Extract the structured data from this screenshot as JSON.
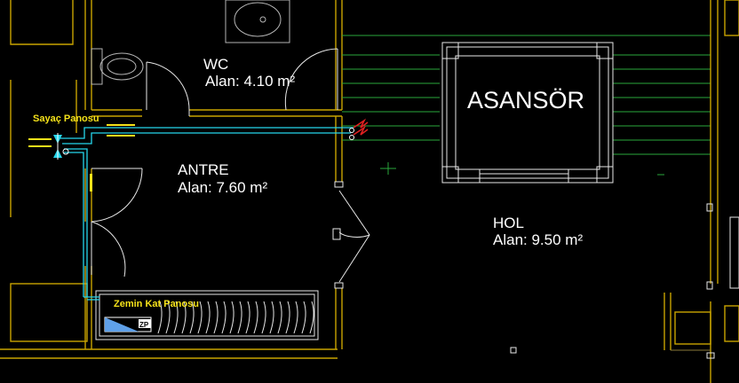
{
  "rooms": {
    "wc": {
      "name": "WC",
      "area": "Alan: 4.10 m²"
    },
    "antre": {
      "name": "ANTRE",
      "area": "Alan: 7.60 m²"
    },
    "hol": {
      "name": "HOL",
      "area": "Alan: 9.50 m²"
    },
    "asansor": {
      "name": "ASANSÖR"
    }
  },
  "panels": {
    "sayac": {
      "label": "Sayaç Panosu"
    },
    "zemin": {
      "label": "Zemin Kat Panosu",
      "symbol": "ZP"
    }
  },
  "colors": {
    "wall": "#c9a400",
    "circuit": "#25d7ec",
    "stairs": "#2aa83b",
    "label": "#f5e21a",
    "outlet": "#e02020"
  }
}
